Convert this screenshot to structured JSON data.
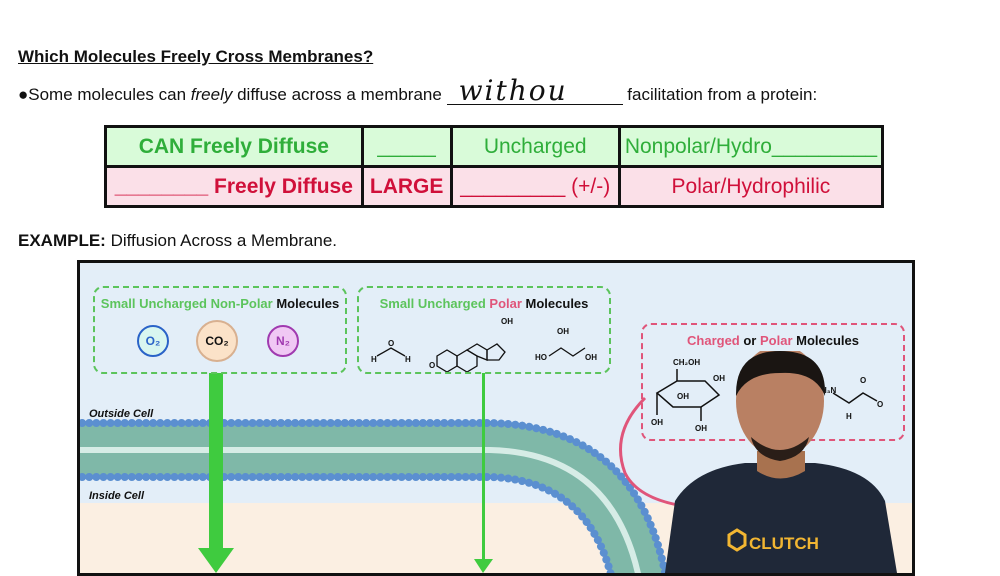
{
  "heading": "Which Molecules Freely Cross Membranes?",
  "bullet": {
    "prefix": "●Some molecules can ",
    "italic": "freely",
    "middle": " diffuse across a membrane ",
    "handwritten": "withou",
    "suffix": " facilitation from a protein:"
  },
  "table": {
    "row1": [
      "CAN Freely Diffuse",
      "_____",
      "Uncharged",
      "Nonpolar/Hydro_________"
    ],
    "row2": [
      "________ Freely Diffuse",
      "LARGE",
      "_________ (+/-)",
      "Polar/Hydrophilic"
    ]
  },
  "example": {
    "label": "EXAMPLE:",
    "text": " Diffusion Across a Membrane."
  },
  "figure": {
    "box1": {
      "title_green": "Small Uncharged Non-Polar",
      "title_black": " Molecules",
      "molecules": [
        "O₂",
        "CO₂",
        "N₂"
      ]
    },
    "box2": {
      "title_green": "Small Uncharged ",
      "title_pink": "Polar",
      "title_black": " Molecules",
      "molecules": [
        "water",
        "steroid",
        "glycerol"
      ]
    },
    "box3": {
      "title_pink1": "Charged",
      "title_black1": " or ",
      "title_pink2": "Polar",
      "title_black2": " Molecules",
      "molecules": [
        "glucose",
        "glycine"
      ]
    },
    "outside_label": "Outside Cell",
    "inside_label": "Inside Cell"
  },
  "presenter": {
    "shirt_logo": "CLUTCH"
  },
  "colors": {
    "green": "#5cc45c",
    "pink": "#e0557a",
    "table_green_bg": "#d9fbd9",
    "table_pink_bg": "#fbe0e8",
    "membrane": "#5b8fd0"
  }
}
